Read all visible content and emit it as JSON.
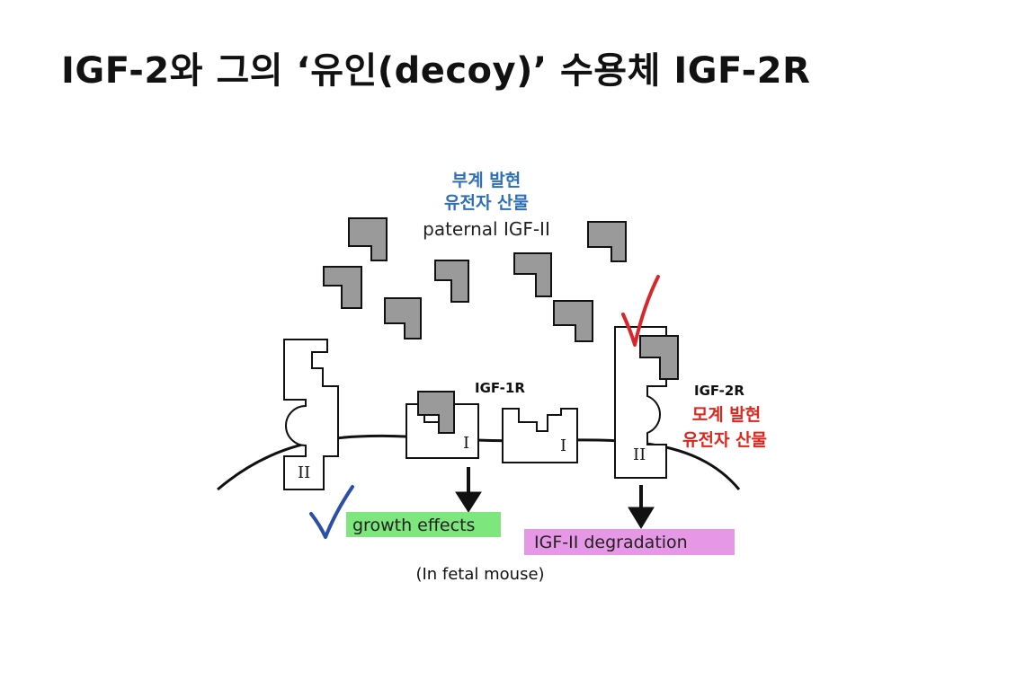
{
  "title": "IGF-2와 그의 ‘유인(decoy)’ 수용체 IGF-2R",
  "labels": {
    "paternal_ko_line1": "부계 발현",
    "paternal_ko_line2": "유전자 산물",
    "paternal_en": "paternal IGF-II",
    "igf1r": "IGF-1R",
    "igf2r": "IGF-2R",
    "maternal_ko_line1": "모계 발현",
    "maternal_ko_line2": "유전자 산물",
    "growth_effects": "growth effects",
    "degradation": "IGF-II degradation",
    "fetal_mouse": "(In fetal mouse)",
    "receptor_left": "II",
    "receptor_igf1r_a": "I",
    "receptor_igf1r_b": "I",
    "receptor_right": "II"
  },
  "colors": {
    "korean_blue": "#2e6fb7",
    "korean_red": "#e0261c",
    "highlight_green": "#5ce05c",
    "highlight_magenta": "#e07de0",
    "ligand_fill": "#9a9a9a",
    "check_red": "#d9262a",
    "check_blue": "#2a4fa8"
  }
}
